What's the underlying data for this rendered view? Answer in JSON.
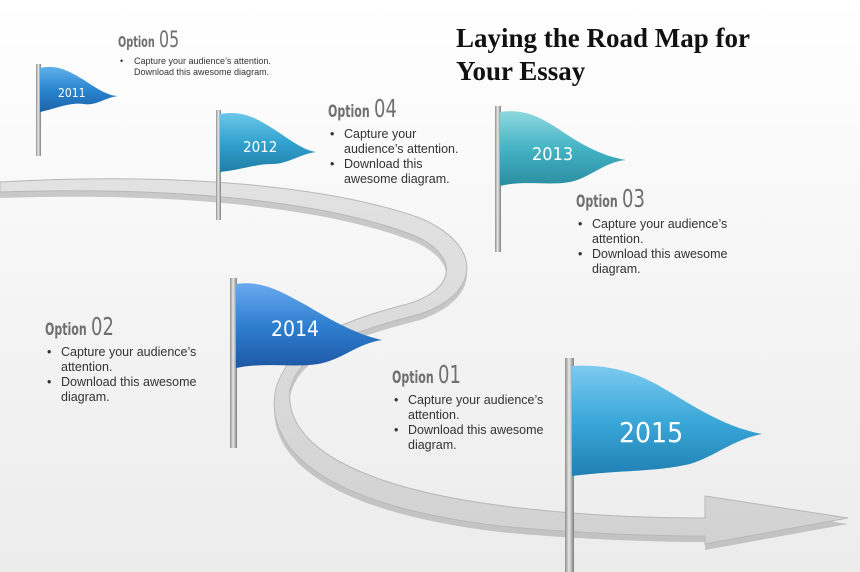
{
  "title": "Laying the Road Map for Your Essay",
  "flags": [
    {
      "year": "2011",
      "color": "#2a86d0"
    },
    {
      "year": "2012",
      "color": "#31a3cf"
    },
    {
      "year": "2013",
      "color": "#44b3c4"
    },
    {
      "year": "2014",
      "color": "#2f7fd0"
    },
    {
      "year": "2015",
      "color": "#3aa8d8"
    }
  ],
  "options": {
    "o1": {
      "word": "Option",
      "num": "01",
      "b1": "Capture your audience’s attention.",
      "b2": "Download this awesome diagram."
    },
    "o2": {
      "word": "Option",
      "num": "02",
      "b1": "Capture your audience’s attention.",
      "b2": "Download this awesome diagram."
    },
    "o3": {
      "word": "Option",
      "num": "03",
      "b1": "Capture your audience’s attention.",
      "b2": "Download this awesome diagram."
    },
    "o4": {
      "word": "Option",
      "num": "04",
      "b1": "Capture your audience’s attention.",
      "b2": "Download this awesome diagram."
    },
    "o5": {
      "word": "Option",
      "num": "05",
      "b1": "Capture your audience’s attention. Download this awesome diagram."
    }
  }
}
